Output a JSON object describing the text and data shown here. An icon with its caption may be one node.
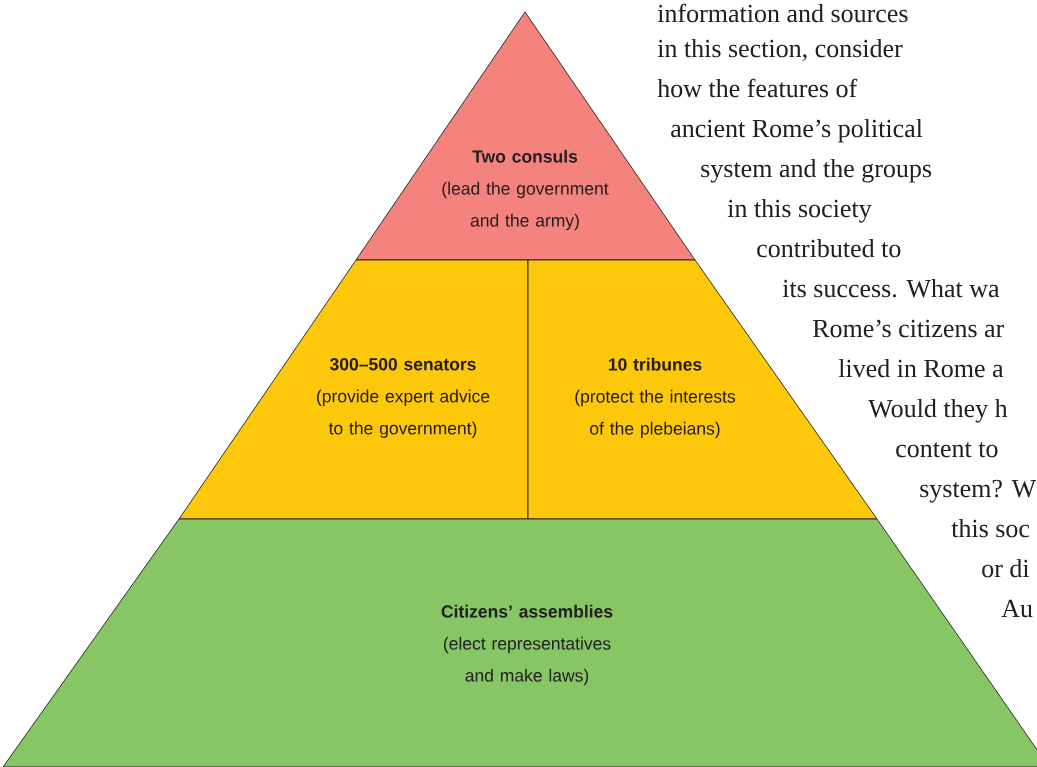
{
  "diagram": {
    "nodes": [
      {
        "text": [
          "Two consuls",
          "(lead the government and the army)"
        ]
      },
      {
        "text": [
          "300–500 senators",
          "(provide expert advice to the government)"
        ]
      },
      {
        "text": [
          "10 tribunes",
          "(protect the interests of the plebeians)"
        ]
      },
      {
        "text": [
          "Citizens’ assemblies",
          "(elect representatives and make laws)"
        ]
      }
    ],
    "labels": [
      "information and sources",
      "in this section, consider",
      "how the features of",
      "ancient Rome’s political",
      "system and the groups",
      "in this society",
      "contributed to",
      "its success. What wa",
      "Rome’s citizens ar",
      "lived in Rome a",
      "Would they h",
      "content to",
      "system? W",
      "this soc",
      "or di",
      "Au"
    ]
  }
}
